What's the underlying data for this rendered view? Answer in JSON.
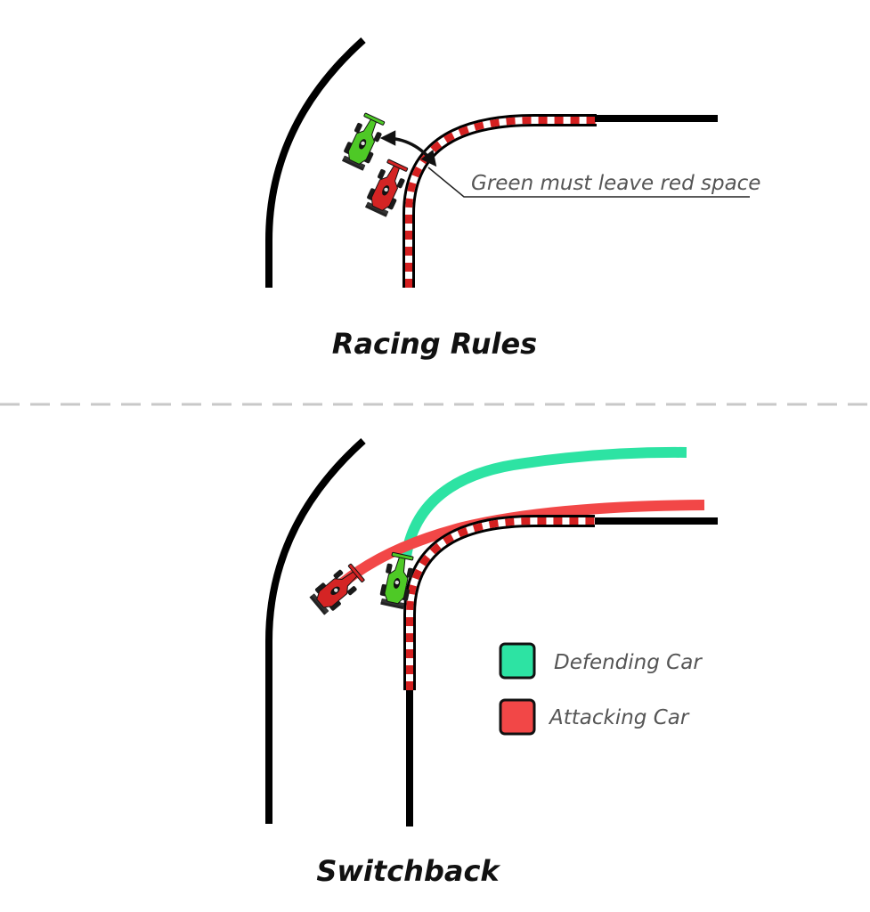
{
  "top_panel": {
    "title": "Racing Rules",
    "annotation": "Green must leave red space"
  },
  "bottom_panel": {
    "title": "Switchback",
    "legend": [
      {
        "label": "Defending Car",
        "color": "#2de3a3"
      },
      {
        "label": "Attacking Car",
        "color": "#f24747"
      }
    ]
  },
  "cars": {
    "green": {
      "color": "#4ec926",
      "role": "defending"
    },
    "red": {
      "color": "#d42424",
      "role": "attacking"
    }
  },
  "icons": [
    "green-race-car-icon",
    "red-race-car-icon",
    "double-arrow-icon",
    "kerb-stripe"
  ]
}
